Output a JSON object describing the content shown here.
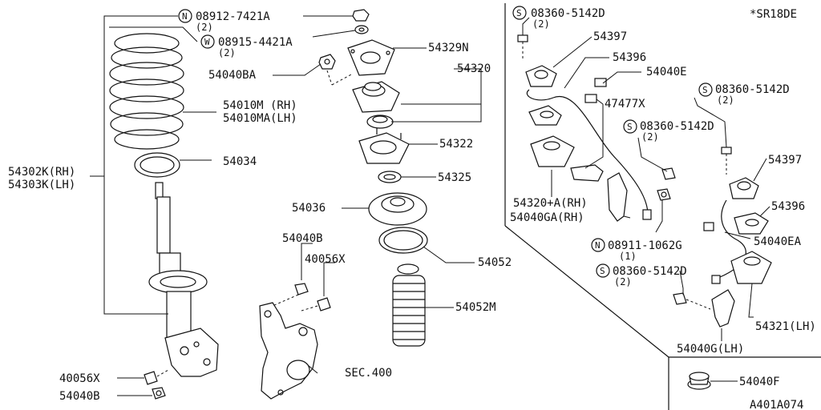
{
  "header": {
    "code": "*SR18DE",
    "figure_id": "A401A074"
  },
  "labels": {
    "n_08912": "08912-7421A",
    "n_08912_qty": "(2)",
    "w_08915": "08915-4421A",
    "w_08915_qty": "(2)",
    "p54040BA": "54040BA",
    "p54329N": "54329N",
    "p54320": "54320",
    "p54010M": "54010M (RH)",
    "p54010MA": "54010MA(LH)",
    "p54322": "54322",
    "p54034": "54034",
    "p54302K": "54302K(RH)",
    "p54303K": "54303K(LH)",
    "p54325": "54325",
    "p54036": "54036",
    "p54040B_top": "54040B",
    "p40056X_top": "40056X",
    "p54052": "54052",
    "p54052M": "54052M",
    "sec400": "SEC.400",
    "p40056X_bot": "40056X",
    "p54040B_bot": "54040B",
    "s08360_a": "08360-5142D",
    "s08360_a_qty": "(2)",
    "p54397_a": "54397",
    "p54396_a": "54396",
    "p54040E": "54040E",
    "p47477X": "47477X",
    "s08360_b": "08360-5142D",
    "s08360_b_qty": "(2)",
    "s08360_c": "08360-5142D",
    "s08360_c_qty": "(2)",
    "p54397_b": "54397",
    "p54396_b": "54396",
    "p54320A": "54320+A(RH)",
    "p54040GA": "54040GA(RH)",
    "p54040EA": "54040EA",
    "n_08911": "08911-1062G",
    "n_08911_qty": "(1)",
    "s08360_d": "08360-5142D",
    "s08360_d_qty": "(2)",
    "p54321": "54321(LH)",
    "p54040G": "54040G(LH)",
    "p54040F": "54040F"
  },
  "symbols": {
    "nut": "N",
    "washer": "W",
    "screw": "S"
  },
  "icons": [
    "coil-spring-icon",
    "strut-icon",
    "knuckle-icon",
    "boot-icon",
    "mount-icon",
    "bolt-icon",
    "nut-icon",
    "sensor-icon",
    "bracket-icon",
    "plug-icon"
  ]
}
